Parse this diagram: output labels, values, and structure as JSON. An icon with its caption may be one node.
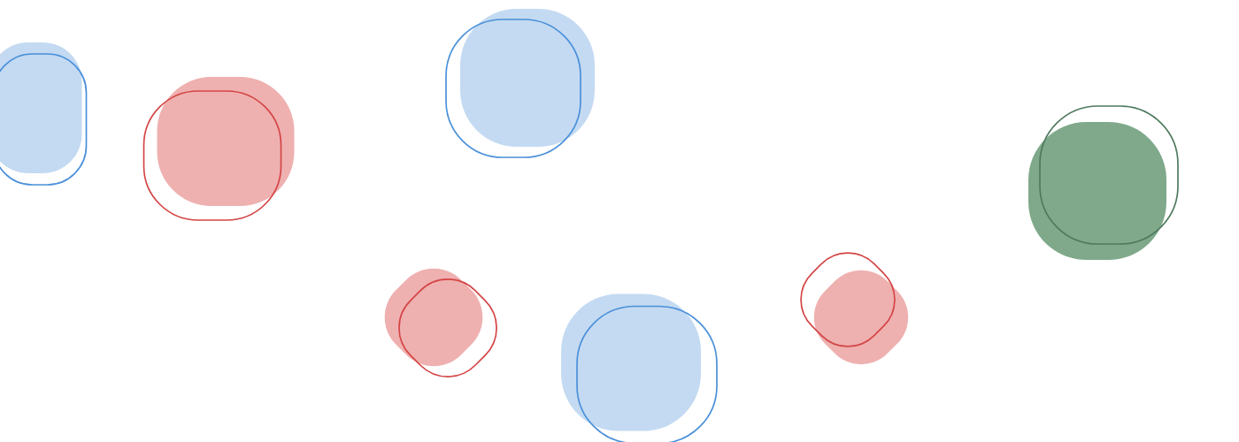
{
  "diagram": {
    "nodes": [
      {
        "text": [],
        "shape": "blob"
      },
      {
        "text": [],
        "shape": "blob"
      },
      {
        "text": [],
        "shape": "blob"
      },
      {
        "text": [],
        "shape": "blob"
      },
      {
        "text": [],
        "shape": "blob"
      },
      {
        "text": [],
        "shape": "blob"
      },
      {
        "text": [],
        "shape": "blob"
      }
    ]
  }
}
